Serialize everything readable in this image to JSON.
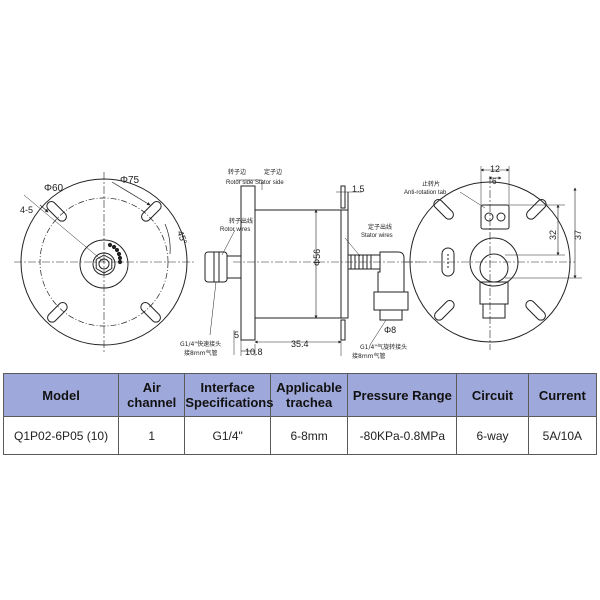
{
  "drawing": {
    "dims": {
      "d60": "Φ60",
      "d75": "Φ75",
      "w45": "4-5",
      "a45": "45°",
      "d15": "1.5",
      "d56": "Φ56",
      "d5": "5",
      "d108": "10.8",
      "d354": "35.4",
      "d8": "Φ8",
      "d12": "12",
      "d6": "6",
      "d32": "32",
      "d37": "37"
    },
    "labels": {
      "rotor_side_cn": "转子边",
      "stator_side_cn": "定子边",
      "rotor_stator_side": "Rotor side Stator side",
      "rotor_wires_cn": "转子出线",
      "rotor_wires": "Rotor wires",
      "stator_wires_cn": "定子出线",
      "stator_wires": "Stator wires",
      "g14_quick_cn": "G1/4\"快速接头",
      "g14_quick_tube_cn": "接8mm气管",
      "g14_swivel_cn": "G1/4\"气旋转接头",
      "g14_swivel_tube_cn": "接8mm气管",
      "anti_rotation_cn": "止转片",
      "anti_rotation": "Anti-rotation tab"
    }
  },
  "table": {
    "headers": [
      [
        "Model"
      ],
      [
        "Air",
        "channel"
      ],
      [
        "Interface",
        "Specifications"
      ],
      [
        "Applicable",
        "trachea"
      ],
      [
        "Pressure Range"
      ],
      [
        "Circuit"
      ],
      [
        "Current"
      ]
    ],
    "rows": [
      [
        "Q1P02-6P05 (10)",
        "1",
        "G1/4\"",
        "6-8mm",
        "-80KPa-0.8MPa",
        "6-way",
        "5A/10A"
      ]
    ]
  }
}
